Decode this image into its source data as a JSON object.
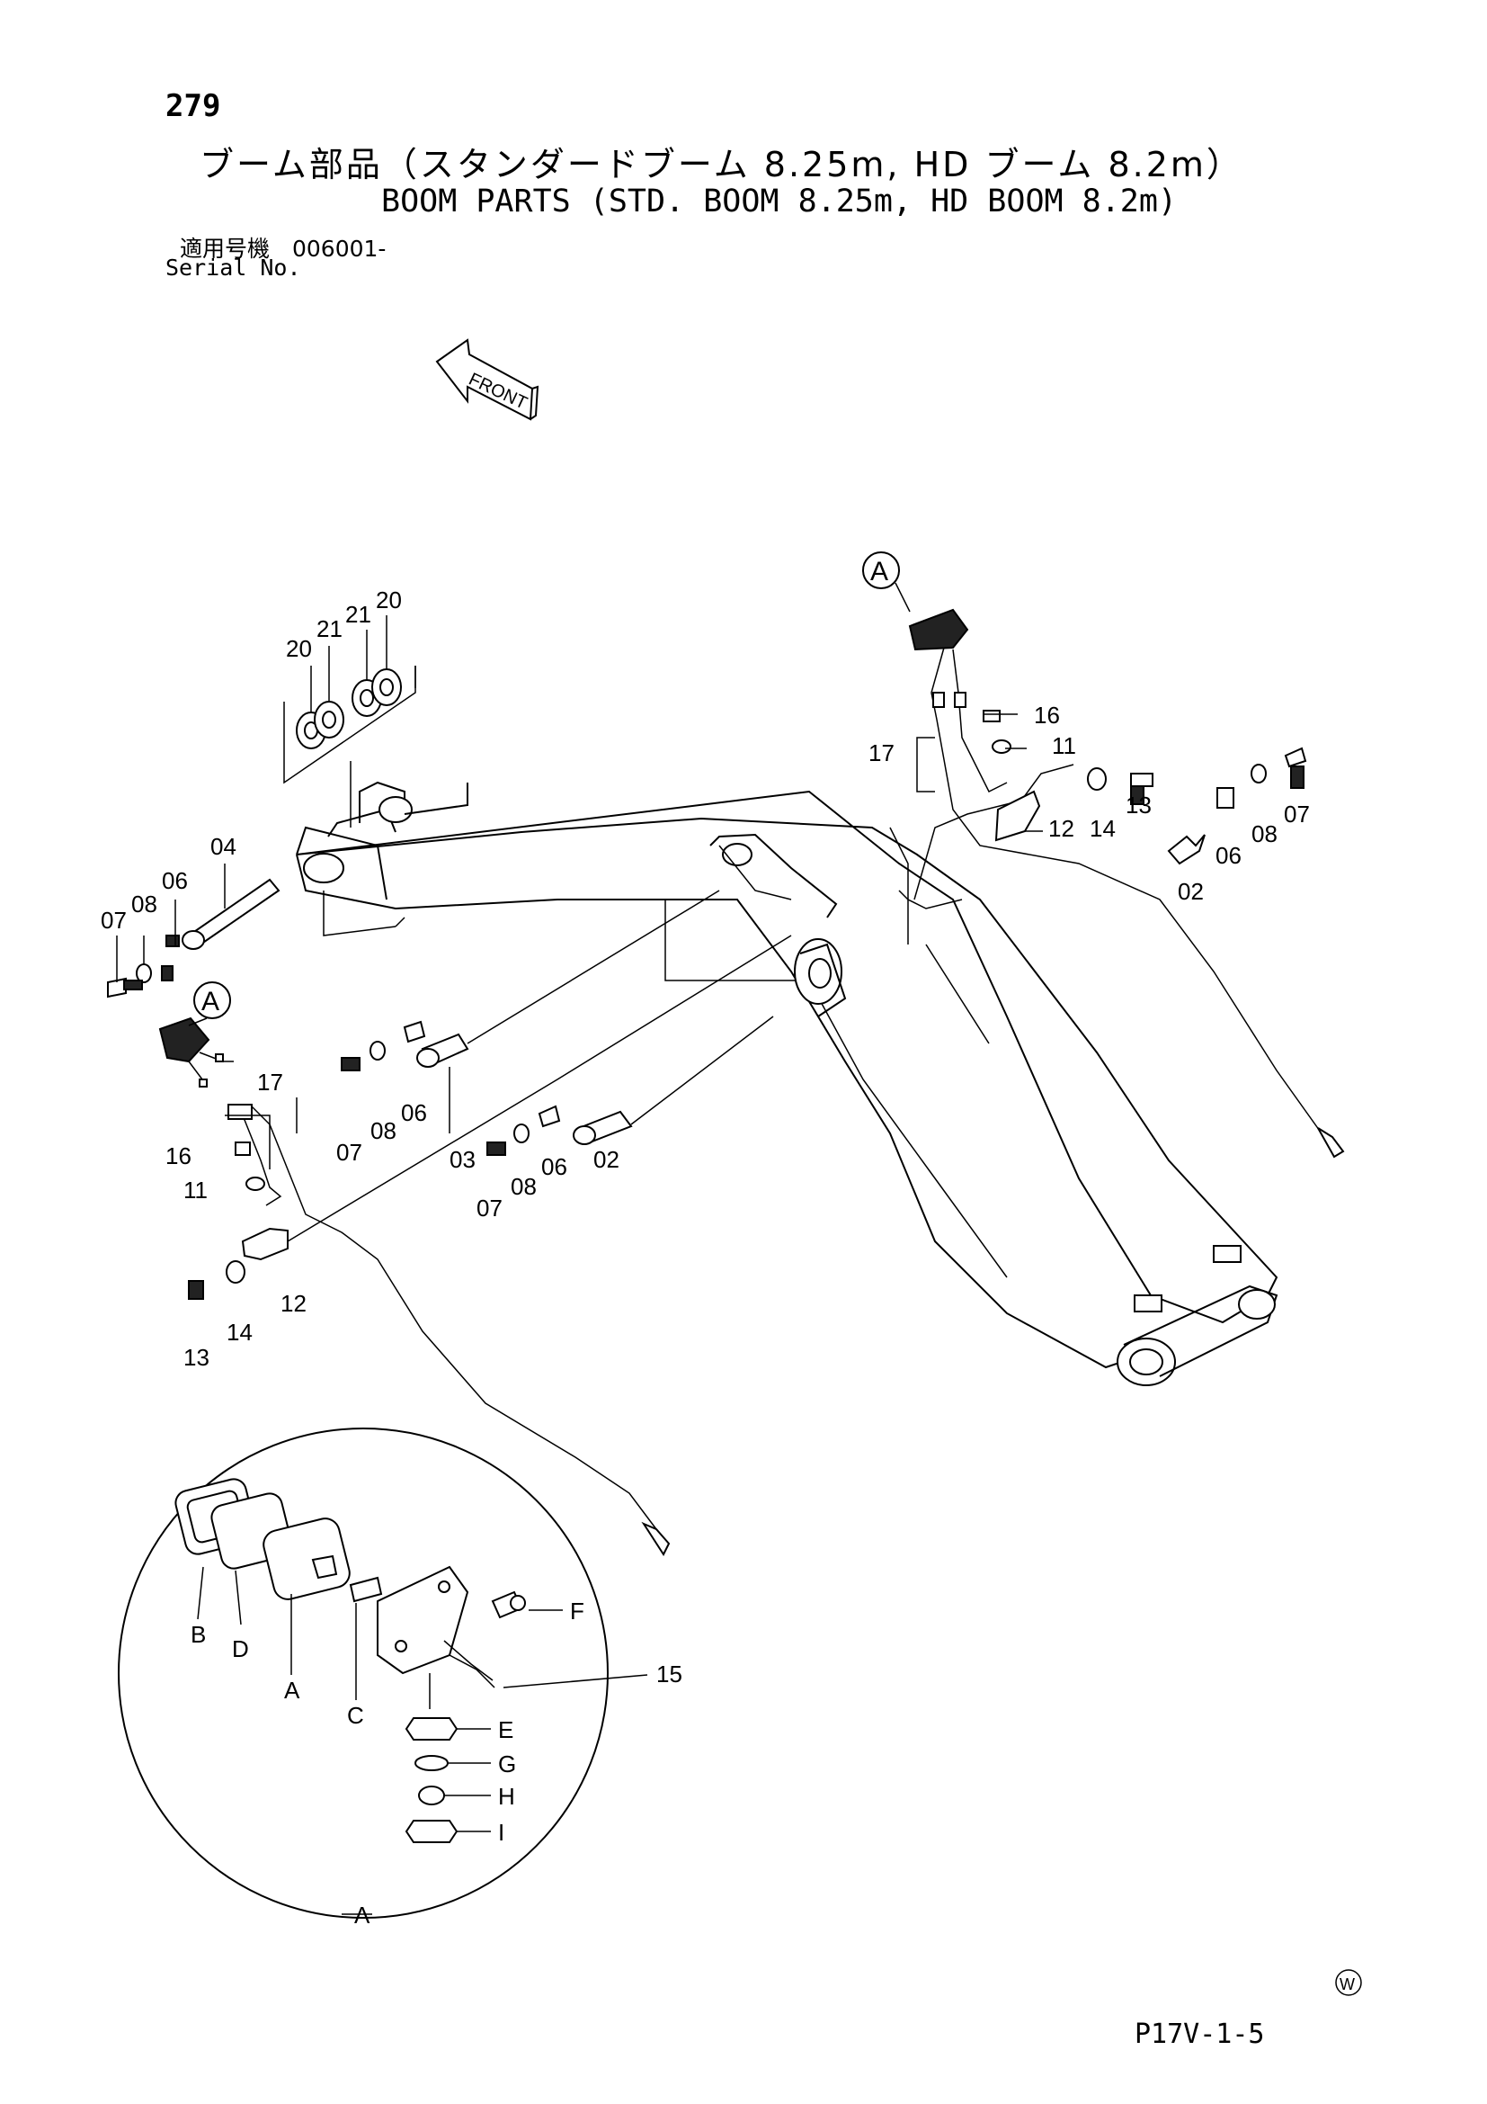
{
  "header": {
    "page_number": "279",
    "title_jp": "ブーム部品（スタンダードブーム 8.25m, HD ブーム 8.2m）",
    "title_en": "BOOM PARTS (STD. BOOM 8.25m, HD BOOM 8.2m)",
    "serial_jp": "適用号機　006001-",
    "serial_en": "Serial No."
  },
  "diagram": {
    "front_label": "FRONT",
    "callout_a_top": "A",
    "callout_a_left": "A",
    "detail_label": "A",
    "part_labels": {
      "p20_a": "20",
      "p21_a": "21",
      "p21_b": "21",
      "p20_b": "20",
      "p04": "04",
      "p06_left": "06",
      "p08_left": "08",
      "p07_left": "07",
      "p16_right": "16",
      "p11_right": "11",
      "p17_right": "17",
      "p12_right": "12",
      "p14_right": "14",
      "p13_right": "13",
      "p02_right": "02",
      "p06_right": "06",
      "p08_right": "08",
      "p07_right": "07",
      "p17_left": "17",
      "p16_left": "16",
      "p11_left": "11",
      "p12_left": "12",
      "p14_left": "14",
      "p13_left": "13",
      "p07_mid1": "07",
      "p08_mid1": "08",
      "p06_mid1": "06",
      "p03": "03",
      "p07_mid2": "07",
      "p08_mid2": "08",
      "p06_mid2": "06",
      "p02_mid": "02",
      "d_B": "B",
      "d_D": "D",
      "d_A": "A",
      "d_C": "C",
      "d_F": "F",
      "d_15": "15",
      "d_E": "E",
      "d_G": "G",
      "d_H": "H",
      "d_I": "I"
    },
    "watermark": "W"
  },
  "footer": {
    "page_code": "P17V-1-5"
  }
}
